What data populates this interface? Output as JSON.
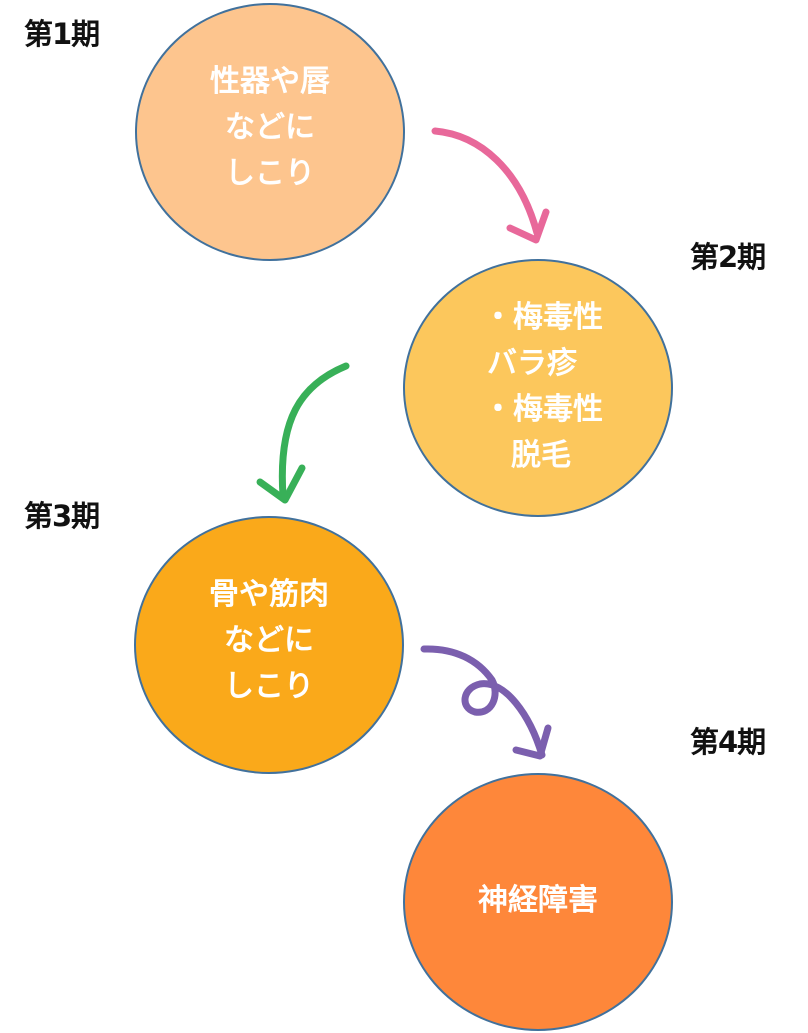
{
  "title": "梅毒の進行段階",
  "stages": [
    {
      "label": "第1期",
      "lines": [
        "性器や唇",
        "などに",
        "しこり"
      ],
      "fill": "#fdc58e"
    },
    {
      "label": "第2期",
      "lines": [
        "・梅毒性",
        "バラ疹",
        "・梅毒性",
        "脱毛"
      ],
      "fill": "#fcc75c"
    },
    {
      "label": "第3期",
      "lines": [
        "骨や筋肉",
        "などに",
        "しこり"
      ],
      "fill": "#faa91a"
    },
    {
      "label": "第4期",
      "lines": [
        "神経障害"
      ],
      "fill": "#fe873a"
    }
  ],
  "arrows": [
    {
      "name": "arrow-stage1-to-stage2",
      "color": "#e8689a"
    },
    {
      "name": "arrow-stage2-to-stage3",
      "color": "#38b058"
    },
    {
      "name": "arrow-stage3-to-stage4",
      "color": "#7b5fae"
    }
  ],
  "colors": {
    "circle_border": "#41719c",
    "label_text": "#111111",
    "circle_text": "#ffffff"
  }
}
